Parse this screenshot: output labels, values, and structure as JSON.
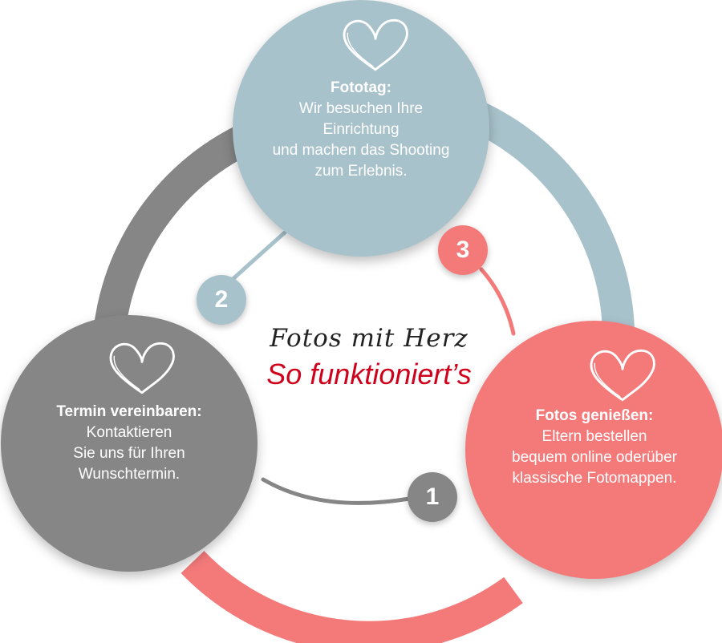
{
  "colors": {
    "blue": "#a8c2cb",
    "grey": "#868686",
    "coral": "#f47a7a",
    "headline_red": "#d0021b"
  },
  "center": {
    "brand": "Fotos mit Herz",
    "headline": "So funktioniert’s"
  },
  "steps": [
    {
      "number": "1",
      "title": "Termin vereinbaren:",
      "body": "Kontaktieren\nSie uns für Ihren\nWunschtermin.",
      "icon": "heart-icon"
    },
    {
      "number": "2",
      "title": "Fototag:",
      "body": "Wir besuchen Ihre\nEinrichtung\nund machen das Shooting\nzum Erlebnis.",
      "icon": "heart-icon"
    },
    {
      "number": "3",
      "title": "Fotos genießen:",
      "body": "Eltern bestellen\nbequem online oderüber\nklassische Fotomappen.",
      "icon": "heart-icon"
    }
  ]
}
